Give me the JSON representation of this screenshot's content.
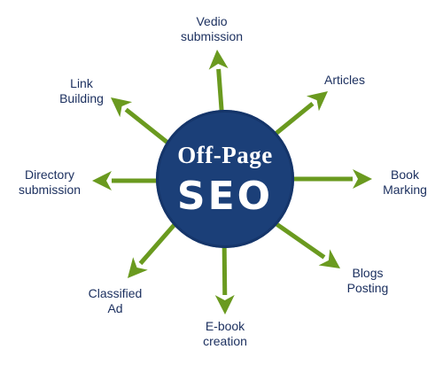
{
  "hub": {
    "title": "Off-Page",
    "main": "SEO"
  },
  "colors": {
    "hub": "#1b3f78",
    "arrow": "#6a9a1f",
    "label": "#1d3160"
  },
  "nodes": [
    {
      "id": "vedio-submission",
      "lines": [
        "Vedio",
        "submission"
      ]
    },
    {
      "id": "articles",
      "lines": [
        "Articles"
      ]
    },
    {
      "id": "book-marking",
      "lines": [
        "Book",
        "Marking"
      ]
    },
    {
      "id": "blogs-posting",
      "lines": [
        "Blogs",
        "Posting"
      ]
    },
    {
      "id": "e-book-creation",
      "lines": [
        "E-book",
        "creation"
      ]
    },
    {
      "id": "classified-ad",
      "lines": [
        "Classified",
        "Ad"
      ]
    },
    {
      "id": "directory-submission",
      "lines": [
        "Directory",
        "submission"
      ]
    },
    {
      "id": "link-building",
      "lines": [
        "Link",
        "Building"
      ]
    }
  ]
}
